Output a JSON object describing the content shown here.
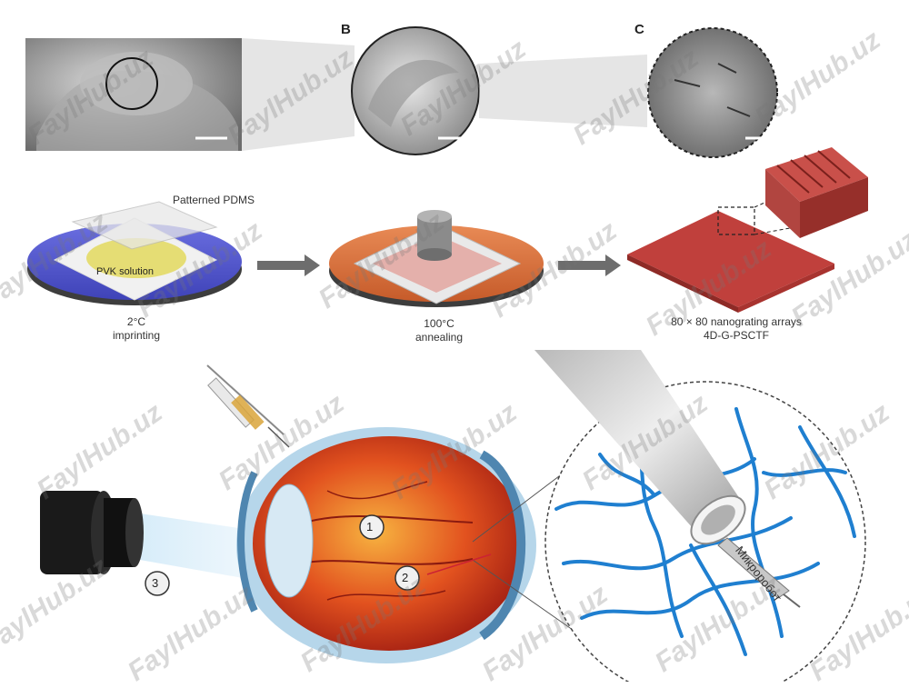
{
  "panels": {
    "b": "B",
    "c": "C"
  },
  "process": {
    "pdms_label": "Patterned PDMS",
    "pvk_label": "PVK solution",
    "step1": {
      "temp": "2°C",
      "name": "imprinting"
    },
    "step2": {
      "temp": "100°C",
      "name": "annealing"
    },
    "step3": {
      "line1": "80 × 80 nanograting arrays",
      "line2": "4D-G-PSCTF"
    }
  },
  "eye": {
    "marker1": "1",
    "marker2": "2",
    "marker3": "3",
    "microrobot_label": "Микроробот"
  },
  "watermark": "FaylHub.uz",
  "colors": {
    "sem_gray": "#8f8f8f",
    "blue_disk": "#5b5fd4",
    "orange_disk": "#d9713f",
    "nano_red": "#c0403c",
    "vessel_blue": "#1f7fd0",
    "eye_red": "#d63a1e"
  }
}
